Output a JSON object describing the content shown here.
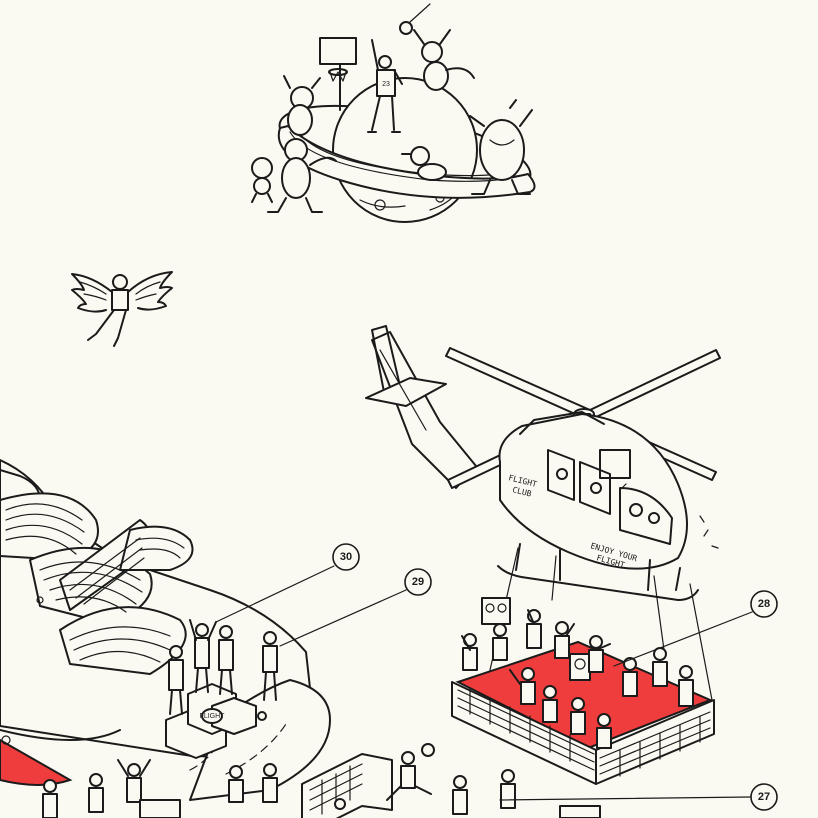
{
  "illustration": {
    "background_color": "#fbfaf2",
    "ink_color": "#1b1b1b",
    "accent_color": "#ef3d3d"
  },
  "callouts": [
    {
      "number": "30"
    },
    {
      "number": "29"
    },
    {
      "number": "28"
    },
    {
      "number": "27"
    }
  ],
  "helicopter": {
    "side_text_line1": "FLIGHT",
    "side_text_line2": "CLUB",
    "tail_text_line1": "ENJOY YOUR",
    "tail_text_line2": "FLIGHT"
  },
  "planet_player": {
    "jersey_number": "23"
  },
  "podium": {
    "badge_text": "FLIGHT"
  }
}
